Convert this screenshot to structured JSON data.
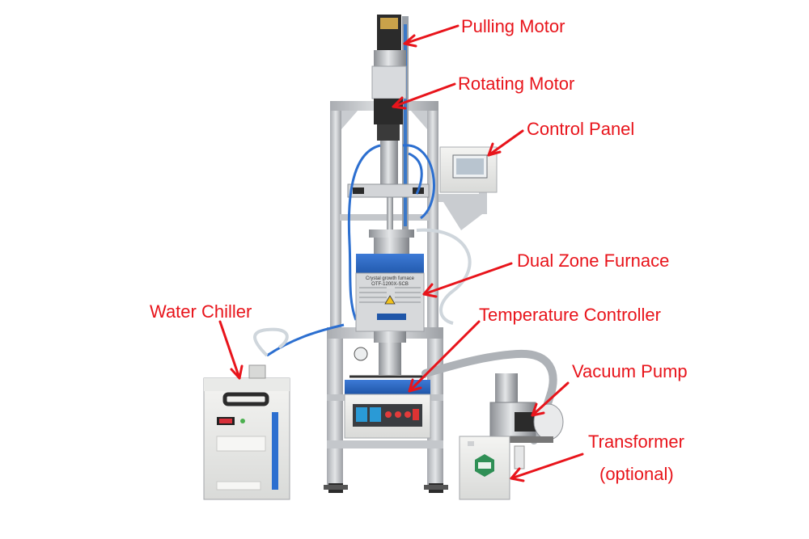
{
  "colors": {
    "label": "#e8141b",
    "frame": "#c9ccd0",
    "furnace_blue": "#2a66c2",
    "steel": "#b9bcc0",
    "dark": "#2b2b2b"
  },
  "labels": {
    "pulling_motor": "Pulling Motor",
    "rotating_motor": "Rotating Motor",
    "control_panel": "Control Panel",
    "dual_zone_furnace": "Dual Zone Furnace",
    "water_chiller": "Water Chiller",
    "temperature_controller": "Temperature Controller",
    "vacuum_pump": "Vacuum Pump",
    "transformer": "Transformer",
    "transformer_note": "(optional)"
  },
  "furnace_plate": {
    "line1": "Crystal growth furnace",
    "line2": "OTF-1200X-SCB"
  }
}
